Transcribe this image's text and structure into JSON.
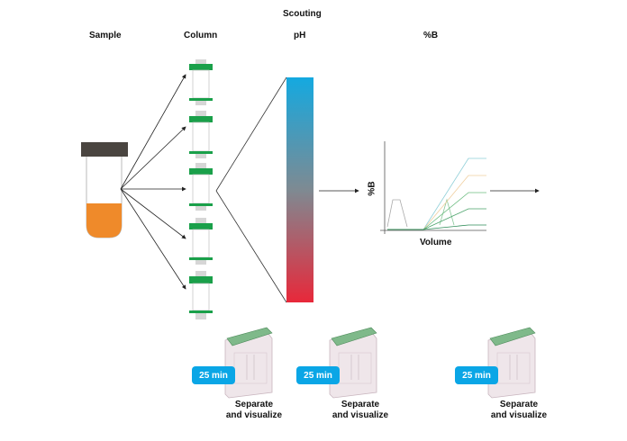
{
  "title": "Scouting",
  "headers": {
    "sample": "Sample",
    "column": "Column",
    "ph": "pH",
    "percent_b": "%B"
  },
  "chromatogram": {
    "y_label": "%B",
    "x_label": "Volume"
  },
  "steps": [
    {
      "time": "25 min",
      "caption_line1": "Separate",
      "caption_line2": "and visualize"
    },
    {
      "time": "25 min",
      "caption_line1": "Separate",
      "caption_line2": "and visualize"
    },
    {
      "time": "25 min",
      "caption_line1": "Separate",
      "caption_line2": "and visualize"
    }
  ],
  "colors": {
    "sample_liquid": "#ef8a2a",
    "vial_cap": "#4a4540",
    "column_band": "#1aa04a",
    "ph_top": "#14a9e0",
    "ph_bottom": "#e8283a",
    "badge": "#0aa6e6"
  },
  "column_count": 5
}
